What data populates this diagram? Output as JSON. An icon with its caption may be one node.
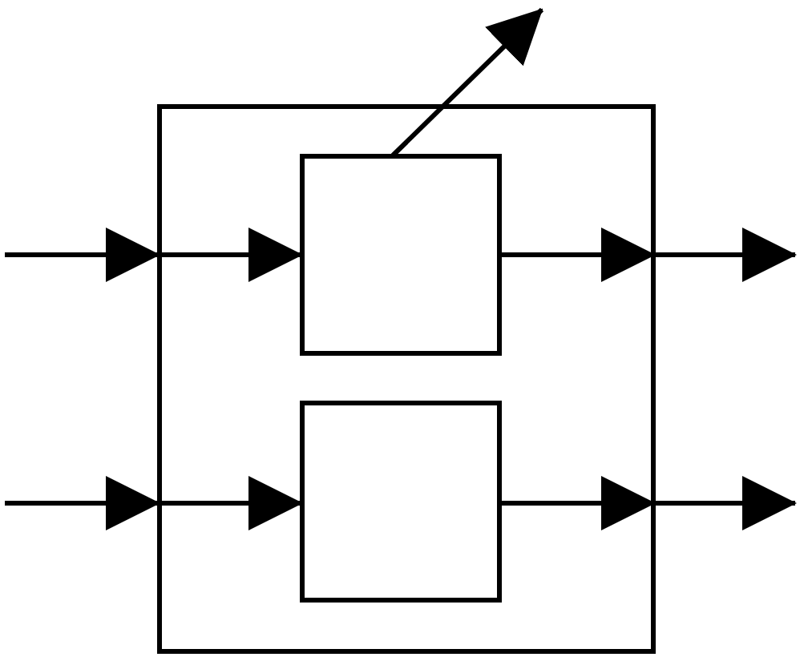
{
  "diagram": {
    "nodes": [
      {
        "text": [],
        "shape": "box"
      },
      {
        "text": [],
        "shape": "box",
        "in": 0
      },
      {
        "text": [],
        "shape": "box",
        "in": 0
      }
    ],
    "edges": [
      {
        "from": null,
        "to": 0,
        "arrow": "to"
      },
      {
        "from": 0,
        "to": 1,
        "arrow": "to"
      },
      {
        "from": 1,
        "to": 0,
        "arrow": "to"
      },
      {
        "from": 0,
        "to": null,
        "arrow": "to"
      },
      {
        "from": null,
        "to": 0,
        "arrow": "to"
      },
      {
        "from": 0,
        "to": 2,
        "arrow": "to"
      },
      {
        "from": 2,
        "to": 0,
        "arrow": "to"
      },
      {
        "from": 0,
        "to": null,
        "arrow": "to"
      },
      {
        "from": 1,
        "to": null,
        "arrow": "to"
      }
    ]
  }
}
